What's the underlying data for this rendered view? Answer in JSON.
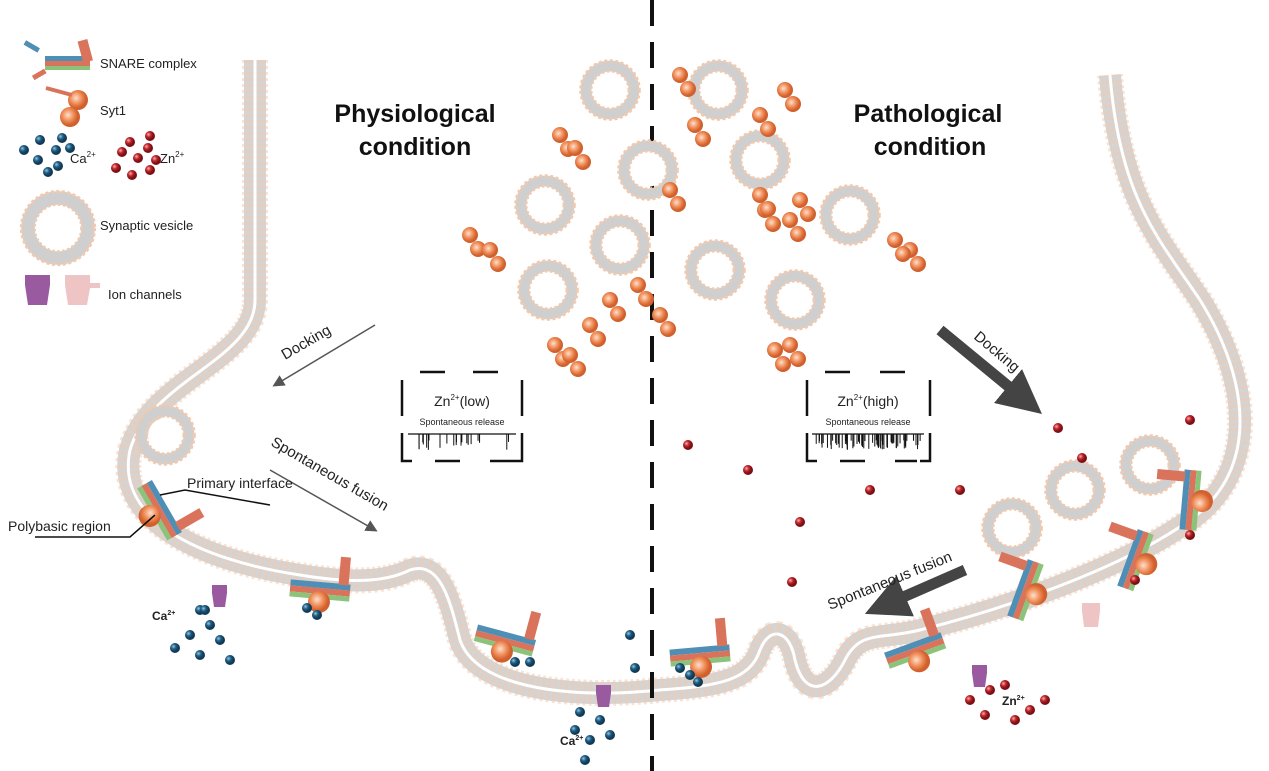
{
  "legend": {
    "snare": "SNARE complex",
    "syt1": "Syt1",
    "ca": "Ca",
    "zn": "Zn",
    "charge": "2+",
    "vesicle": "Synaptic vesicle",
    "channels": "Ion channels"
  },
  "left": {
    "title_line1": "Physiological",
    "title_line2": "condition",
    "docking": "Docking",
    "fusion": "Spontaneous fusion",
    "primary_interface": "Primary interface",
    "polybasic": "Polybasic region",
    "ion_label": "Ca",
    "bottom_ion_label": "Ca",
    "box_title_ion": "Zn",
    "box_title_rest": "(low)",
    "box_sub": "Spontaneous release"
  },
  "right": {
    "title_line1": "Pathological",
    "title_line2": "condition",
    "docking": "Docking",
    "fusion": "Spontaneous fusion",
    "ion_label": "Zn",
    "box_title_ion": "Zn",
    "box_title_rest": "(high)",
    "box_sub": "Spontaneous release"
  },
  "colors": {
    "membrane": "#d4d4d4",
    "lipid_head": "#f2c9ad",
    "calcium": "#1f5f86",
    "zinc": "#c0262b",
    "syt1": "#ef8a55",
    "snare_blue": "#4f8fb5",
    "snare_red": "#d9735b",
    "snare_green": "#8cc37a",
    "channel_purple": "#9a5aa0",
    "channel_pink": "#efc4c4",
    "arrow_dark": "#444444"
  }
}
